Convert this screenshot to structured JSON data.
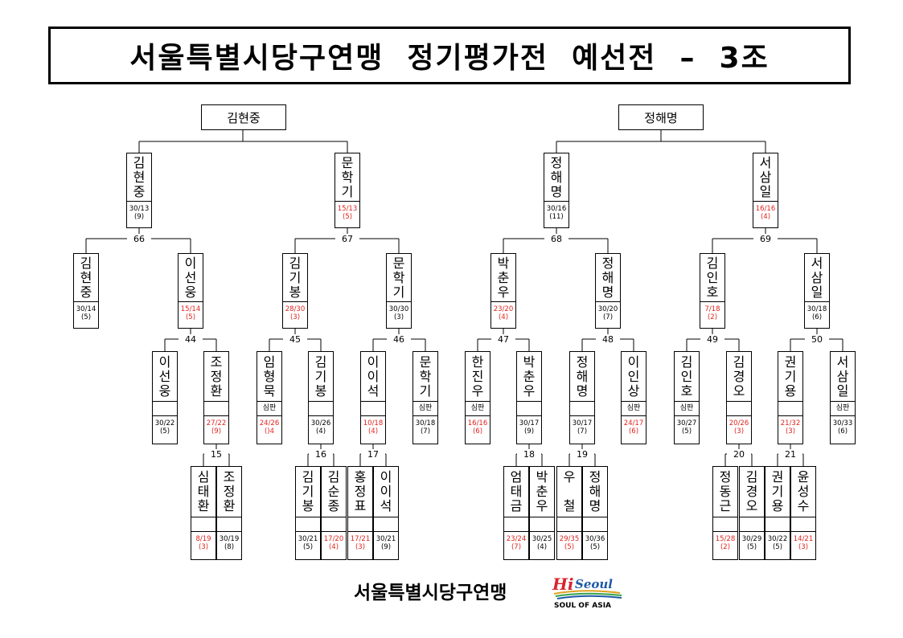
{
  "title": "서울특별시당구연맹  정기평가전  예선전  –  3조",
  "winners": [
    "김현중",
    "정해명"
  ],
  "players": [
    {
      "name": "김현중",
      "score": "30/13",
      "rank": "(9)",
      "red": false
    },
    {
      "name": "문학기",
      "score": "15/13",
      "rank": "(5)",
      "red": true
    },
    {
      "name": "정해명",
      "score": "30/16",
      "rank": "(11)",
      "red": false
    },
    {
      "name": "서삼일",
      "score": "16/16",
      "rank": "(4)",
      "red": true
    },
    {
      "name": "김현중",
      "score": "30/14",
      "rank": "(5)",
      "red": false
    },
    {
      "name": "이선웅",
      "score": "15/14",
      "rank": "(5)",
      "red": true
    },
    {
      "name": "김기봉",
      "score": "28/30",
      "rank": "(3)",
      "red": true
    },
    {
      "name": "문학기",
      "score": "30/30",
      "rank": "(3)",
      "red": false
    },
    {
      "name": "박춘우",
      "score": "23/20",
      "rank": "(4)",
      "red": true
    },
    {
      "name": "정해명",
      "score": "30/20",
      "rank": "(7)",
      "red": false
    },
    {
      "name": "김인호",
      "score": "7/18",
      "rank": "(2)",
      "red": true
    },
    {
      "name": "서삼일",
      "score": "30/18",
      "rank": "(6)",
      "red": false
    },
    {
      "name": "이선웅",
      "mid": "",
      "score": "30/22",
      "rank": "(5)",
      "red": false
    },
    {
      "name": "조정환",
      "mid": "",
      "score": "27/22",
      "rank": "(9)",
      "red": true
    },
    {
      "name": "임형묵",
      "mid": "심판",
      "score": "24/26",
      "rank": "()4",
      "red": true
    },
    {
      "name": "김기봉",
      "mid": "",
      "score": "30/26",
      "rank": "(4)",
      "red": false
    },
    {
      "name": "이이석",
      "mid": "",
      "score": "10/18",
      "rank": "(4)",
      "red": true
    },
    {
      "name": "문학기",
      "mid": "심판",
      "score": "30/18",
      "rank": "(7)",
      "red": false
    },
    {
      "name": "한진우",
      "mid": "심판",
      "score": "16/16",
      "rank": "(6)",
      "red": true
    },
    {
      "name": "박춘우",
      "mid": "",
      "score": "30/17",
      "rank": "(9)",
      "red": false
    },
    {
      "name": "정해명",
      "mid": "",
      "score": "30/17",
      "rank": "(7)",
      "red": false
    },
    {
      "name": "이인상",
      "mid": "심판",
      "score": "24/17",
      "rank": "(6)",
      "red": true
    },
    {
      "name": "김인호",
      "mid": "심판",
      "score": "30/27",
      "rank": "(5)",
      "red": false
    },
    {
      "name": "김경오",
      "mid": "",
      "score": "20/26",
      "rank": "(3)",
      "red": true
    },
    {
      "name": "권기용",
      "mid": "",
      "score": "21/32",
      "rank": "(3)",
      "red": true
    },
    {
      "name": "서삼일",
      "mid": "심판",
      "score": "30/33",
      "rank": "(6)",
      "red": false
    },
    {
      "name": "심태환",
      "mid": "",
      "score": "8/19",
      "rank": "(3)",
      "red": true
    },
    {
      "name": "조정환",
      "mid": "",
      "score": "30/19",
      "rank": "(8)",
      "red": false
    },
    {
      "name": "김기봉",
      "mid": "",
      "score": "30/21",
      "rank": "(5)",
      "red": false
    },
    {
      "name": "김순종",
      "mid": "",
      "score": "17/20",
      "rank": "(4)",
      "red": true
    },
    {
      "name": "홍정표",
      "mid": "",
      "score": "17/21",
      "rank": "(3)",
      "red": true
    },
    {
      "name": "이이석",
      "mid": "",
      "score": "30/21",
      "rank": "(9)",
      "red": false
    },
    {
      "name": "엄태금",
      "mid": "",
      "score": "23/24",
      "rank": "(7)",
      "red": true
    },
    {
      "name": "박춘우",
      "mid": "",
      "score": "30/25",
      "rank": "(4)",
      "red": false
    },
    {
      "name": "우  철",
      "mid": "",
      "score": "29/35",
      "rank": "(5)",
      "red": true
    },
    {
      "name": "정해명",
      "mid": "",
      "score": "30/36",
      "rank": "(5)",
      "red": false
    },
    {
      "name": "정동근",
      "mid": "",
      "score": "15/28",
      "rank": "(2)",
      "red": true
    },
    {
      "name": "김경오",
      "mid": "",
      "score": "30/29",
      "rank": "(5)",
      "red": false
    },
    {
      "name": "권기용",
      "mid": "",
      "score": "30/22",
      "rank": "(5)",
      "red": false
    },
    {
      "name": "윤성수",
      "mid": "",
      "score": "14/21",
      "rank": "(3)",
      "red": true
    }
  ],
  "match_numbers": [
    "66",
    "67",
    "68",
    "69",
    "44",
    "45",
    "46",
    "47",
    "48",
    "49",
    "50",
    "15",
    "16",
    "17",
    "18",
    "19",
    "20",
    "21"
  ],
  "footer": {
    "org": "서울특별시당구연맹",
    "logo_hi": "Hi",
    "logo_seoul": "Seoul",
    "logo_tagline": "SOUL OF ASIA"
  },
  "colors": {
    "loss": "#e0231c",
    "logo_red": "#d9232e",
    "logo_blue": "#1f5aa6"
  }
}
